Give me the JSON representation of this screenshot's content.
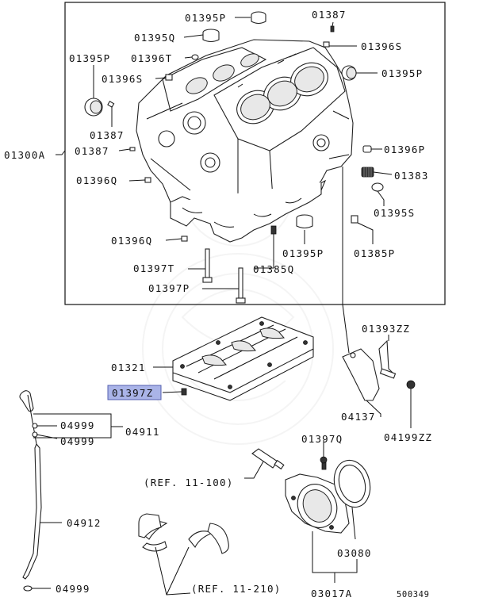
{
  "labels": {
    "l_01395P_top": "01395P",
    "l_01387_top": "01387",
    "l_01395Q_top": "01395Q",
    "l_01396S_top": "01396S",
    "l_01395P_left": "01395P",
    "l_01396T": "01396T",
    "l_01395P_right": "01395P",
    "l_01396S_left": "01396S",
    "l_01387_left": "01387",
    "l_01300A": "01300A",
    "l_01387_mid": "01387",
    "l_01396P": "01396P",
    "l_01383": "01383",
    "l_01396Q_mid": "01396Q",
    "l_01395S": "01395S",
    "l_01396Q_low": "01396Q",
    "l_01395P_low": "01395P",
    "l_01385P": "01385P",
    "l_01397T": "01397T",
    "l_01385Q": "01385Q",
    "l_01397P": "01397P",
    "l_01393ZZ": "01393ZZ",
    "l_01321": "01321",
    "l_01397Z": "01397Z",
    "l_04137": "04137",
    "l_04199ZZ": "04199ZZ",
    "l_04999_a": "04999",
    "l_04911": "04911",
    "l_04999_b": "04999",
    "l_01397Q": "01397Q",
    "l_ref_11_100": "(REF. 11-100)",
    "l_04912": "04912",
    "l_03080": "03080",
    "l_04999_c": "04999",
    "l_ref_11_210": "(REF. 11-210)",
    "l_03017A": "03017A",
    "l_500349": "500349"
  },
  "highlight_color": "#aab4e8",
  "highlight_border": "#5560b0"
}
